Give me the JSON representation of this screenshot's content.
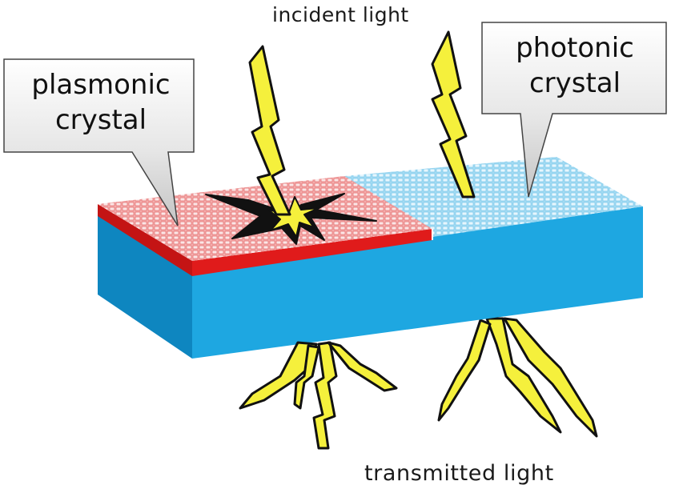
{
  "labels": {
    "plasmonic_line1": "plasmonic",
    "plasmonic_line2": "crystal",
    "photonic_line1": "photonic",
    "photonic_line2": "crystal",
    "incident": "incident light",
    "transmitted": "transmitted light"
  },
  "colors": {
    "slab_front": "#1ea7e1",
    "slab_side": "#0e86c0",
    "slab_top_photonic": "#bfe6f7",
    "plasmonic_top": "#f2a8a8",
    "plasmonic_edge": "#e01b1b",
    "bolt_fill": "#f5f03c",
    "bolt_outline": "#111111",
    "callout_box": "#d9d9d9"
  },
  "icons": {
    "incident_bolts": "lightning-bolt-icon",
    "transmitted_bolts": "lightning-bolt-icon",
    "excitation": "star-burst-icon"
  }
}
